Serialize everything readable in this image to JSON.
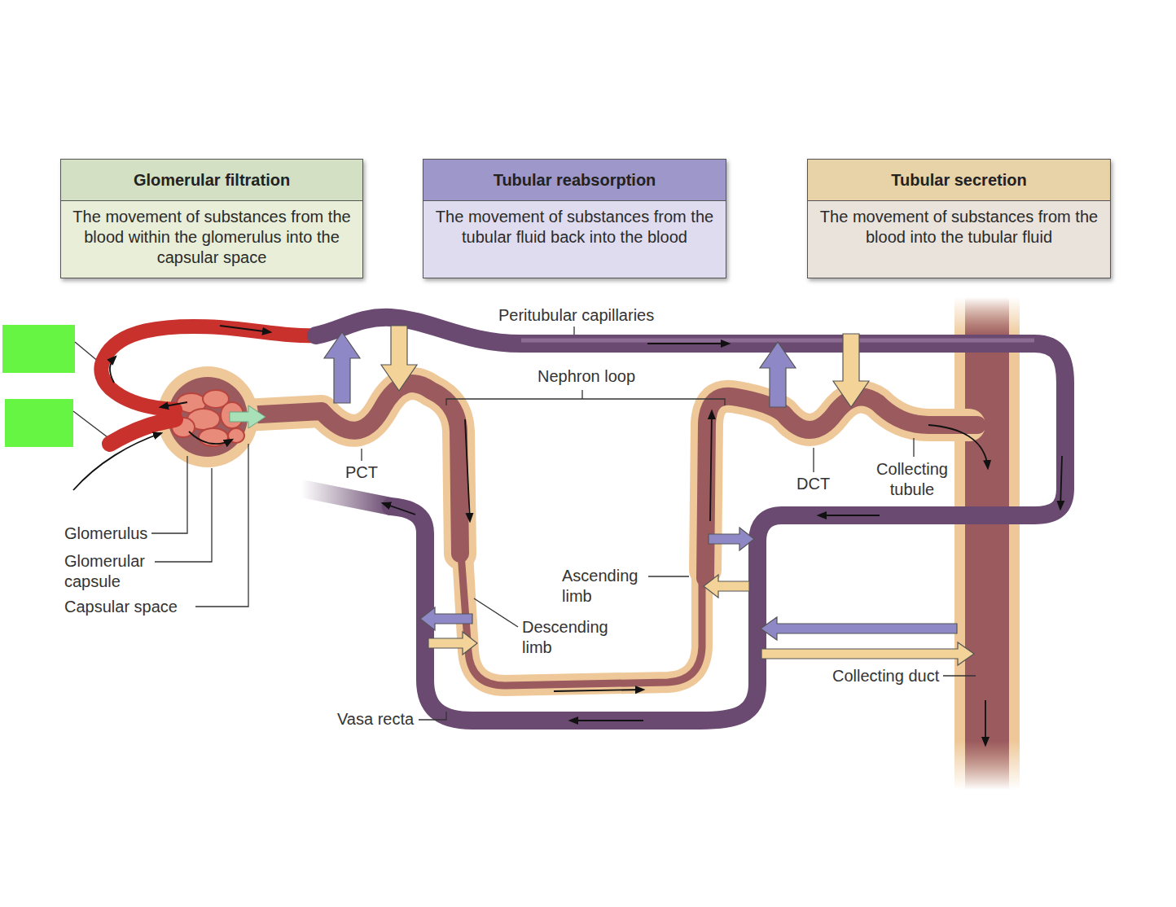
{
  "diagram": {
    "nodes": [
      {
        "text": [
          "Glomerular filtration",
          "The movement of substances from the blood within the glomerulus into the capsular space"
        ]
      },
      {
        "text": [
          "Tubular reabsorption",
          "The movement of substances from the tubular fluid back into the blood"
        ]
      },
      {
        "text": [
          "Tubular secretion",
          "The movement of substances from the blood into the tubular fluid"
        ]
      }
    ],
    "labels": [
      "Peritubular capillaries",
      "Nephron loop",
      "PCT",
      "DCT",
      "Collecting tubule",
      "Glomerulus",
      "Glomerular capsule",
      "Capsular space",
      "Ascending limb",
      "Descending limb",
      "Collecting duct",
      "Vasa recta"
    ]
  }
}
